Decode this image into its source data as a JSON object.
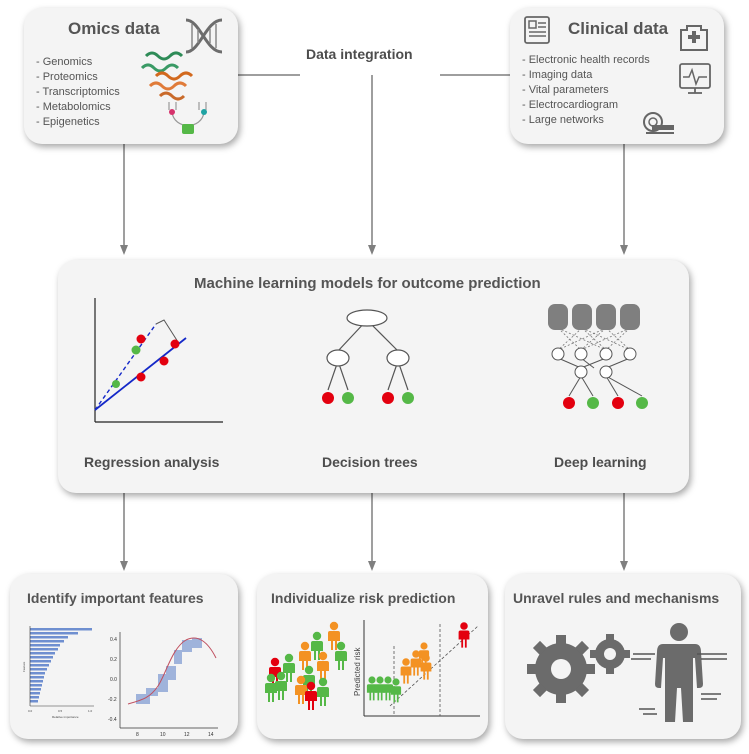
{
  "integration_label": "Data integration",
  "omics": {
    "title": "Omics data",
    "items": [
      "- Genomics",
      "- Proteomics",
      "- Transcriptomics",
      "- Metabolomics",
      "- Epigenetics"
    ]
  },
  "clinical": {
    "title": "Clinical data",
    "items": [
      "- Electronic health records",
      "- Imaging data",
      "- Vital parameters",
      "- Electrocardiogram",
      "- Large networks"
    ]
  },
  "ml": {
    "title": "Machine learning models for outcome prediction",
    "regression_label": "Regression analysis",
    "trees_label": "Decision trees",
    "deep_label": "Deep learning"
  },
  "features": {
    "title": "Identify important features",
    "bar_ylabel": "Feature",
    "bar_xlabel": "Relative importance",
    "bar_xticks": [
      "0.0",
      "0.5",
      "1.0"
    ],
    "scatter_yticks": [
      "0.4",
      "0.2",
      "0.0",
      "-0.2",
      "-0.4"
    ],
    "scatter_xticks": [
      "8",
      "10",
      "12",
      "14"
    ]
  },
  "risk": {
    "title": "Individualize risk prediction",
    "ylabel": "Predicted risk"
  },
  "rules": {
    "title": "Unravel rules and mechanisms"
  },
  "colors": {
    "red": "#e3000f",
    "green": "#55b847",
    "orange": "#f39223",
    "arrow": "#7f7f7f",
    "box": "#f4f4f4",
    "blue": "#1428c8"
  }
}
